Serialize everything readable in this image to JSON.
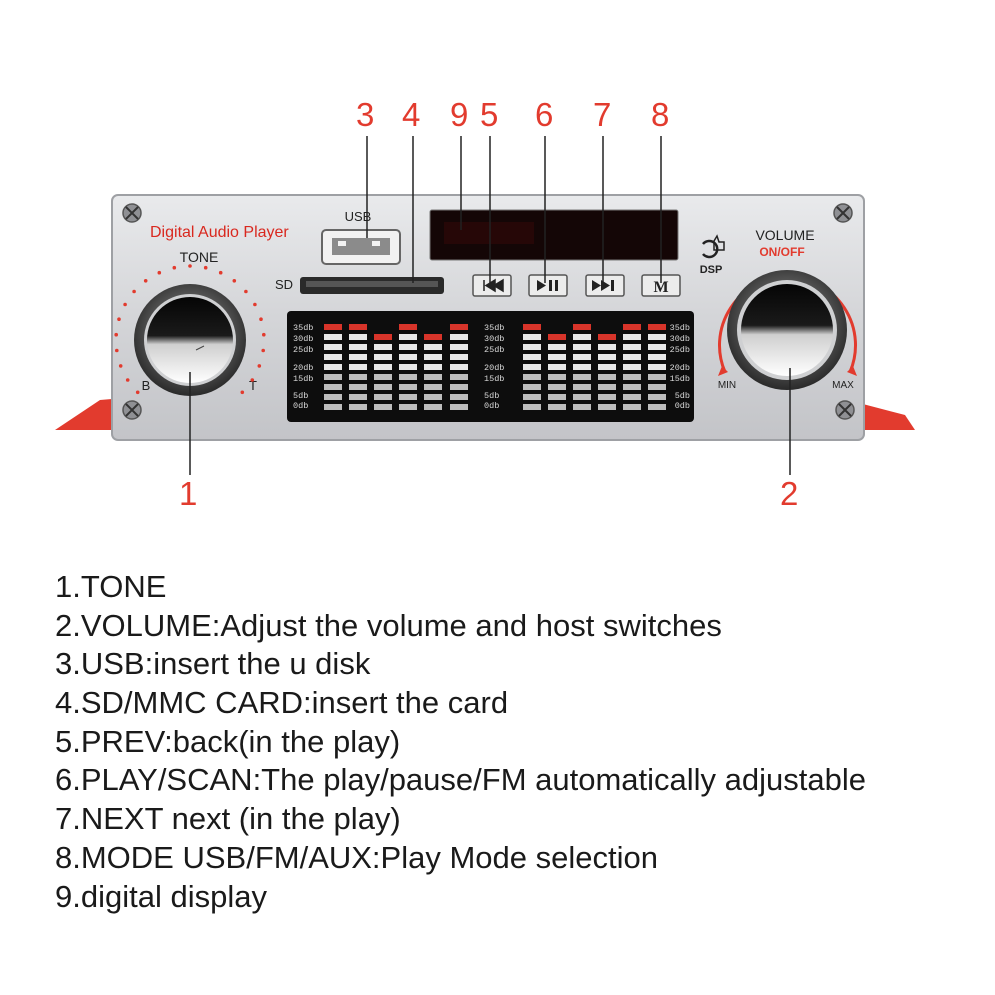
{
  "device": {
    "brand_label": "Digital Audio Player",
    "tone_label": "TONE",
    "tone_left": "B",
    "tone_right": "T",
    "usb_label": "USB",
    "sd_label": "SD",
    "volume_label": "VOLUME",
    "onoff_label": "ON/OFF",
    "dsp_label": "DSP",
    "min_label": "MIN",
    "max_label": "MAX",
    "mode_button_label": "M",
    "eq_scale": [
      "35db",
      "30db",
      "25db",
      "20db",
      "15db",
      "5db",
      "0db"
    ]
  },
  "callouts": [
    "1",
    "2",
    "3",
    "4",
    "9",
    "5",
    "6",
    "7",
    "8"
  ],
  "legend": [
    "1.TONE",
    "2.VOLUME:Adjust the volume and host switches",
    "3.USB:insert the u disk",
    "4.SD/MMC CARD:insert the card",
    "5.PREV:back(in the play)",
    "6.PLAY/SCAN:The play/pause/FM automatically adjustable",
    "7.NEXT next (in the play)",
    "8.MODE USB/FM/AUX:Play Mode selection",
    "9.digital display"
  ],
  "colors": {
    "accent_red": "#e23b2e",
    "panel_silver": "#d9dadc",
    "display_black": "#0d0d0d"
  }
}
